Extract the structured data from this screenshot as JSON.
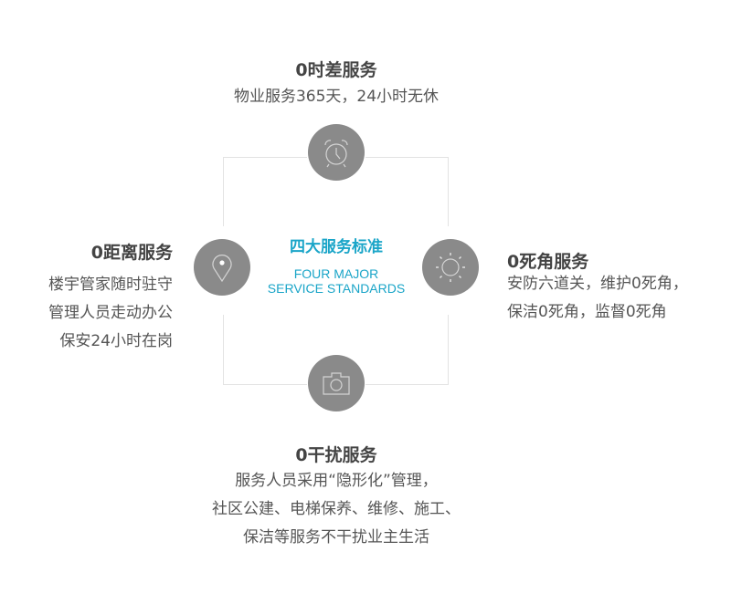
{
  "center": {
    "title_cn": "四大服务标准",
    "title_en_line1": "FOUR MAJOR",
    "title_en_line2": "SERVICE STANDARDS",
    "accent_color": "#1aa5c8"
  },
  "standards": {
    "top": {
      "icon": "alarm-clock-icon",
      "title": "0时差服务",
      "lines": [
        "物业服务365天，24小时无休"
      ]
    },
    "left": {
      "icon": "location-pin-icon",
      "title": "0距离服务",
      "lines": [
        "楼宇管家随时驻守",
        "管理人员走动办公",
        "保安24小时在岗"
      ]
    },
    "right": {
      "icon": "sun-icon",
      "title": "0死角服务",
      "lines": [
        "安防六道关，维护0死角，",
        "保洁0死角，监督0死角"
      ]
    },
    "bottom": {
      "icon": "camera-icon",
      "title": "0干扰服务",
      "lines": [
        "服务人员采用“隐形化”管理，",
        "社区公建、电梯保养、维修、施工、",
        "保洁等服务不干扰业主生活"
      ]
    }
  },
  "colors": {
    "icon_circle": "#8a8a8a",
    "frame_line": "#e3e3e3",
    "title_text": "#444444",
    "body_text": "#555555"
  }
}
